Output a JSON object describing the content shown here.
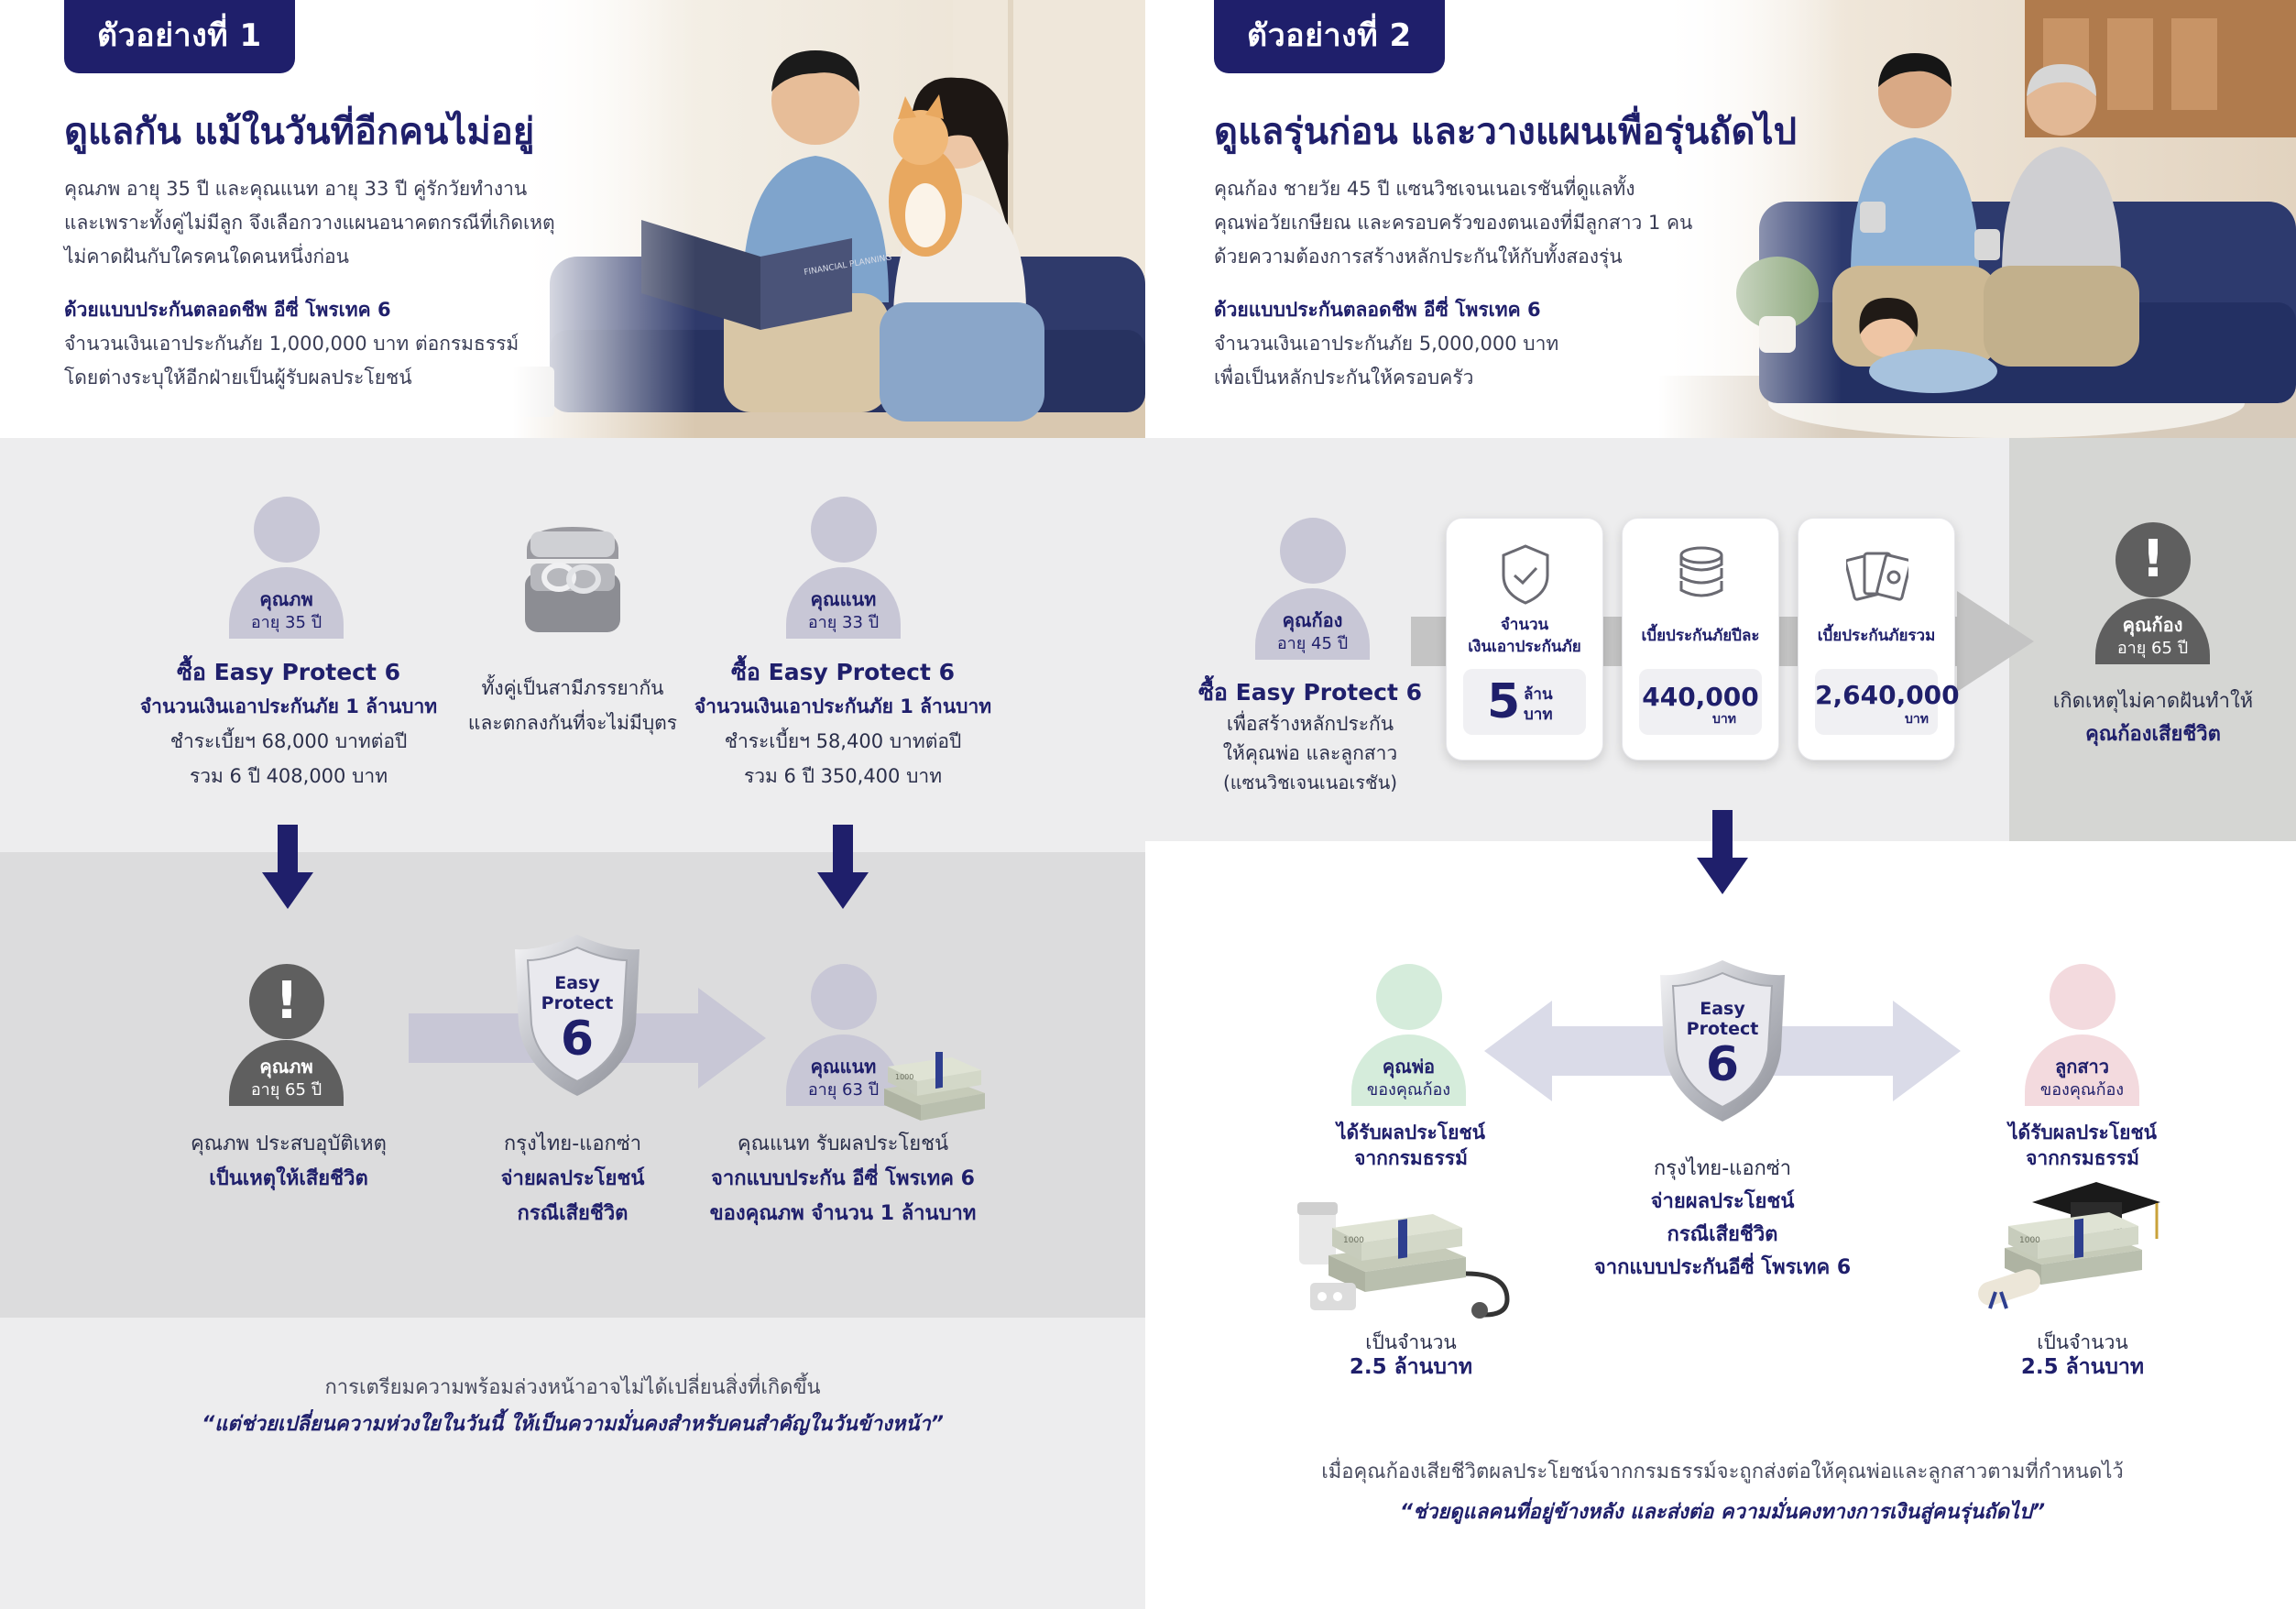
{
  "colors": {
    "navy": "#1f1f6b",
    "band_light": "#ededee",
    "band_mid": "#dcdcdd",
    "band_dark": "#d5d6d3",
    "person_gray": "#c8c7d6",
    "alert_gray": "#5f5f5f",
    "green_person": "#d5ecdb",
    "pink_person": "#f3dade"
  },
  "left": {
    "badge": "ตัวอย่างที่ 1",
    "heading": "ดูแลกัน แม้ในวันที่อีกคนไม่อยู่",
    "intro": [
      "คุณภพ อายุ 35 ปี และคุณแนท อายุ 33 ปี คู่รักวัยทำงาน",
      "และเพราะทั้งคู่ไม่มีลูก จึงเลือกวางแผนอนาคตกรณีที่เกิดเหตุ",
      "ไม่คาดฝันกับใครคนใดคนหนึ่งก่อน"
    ],
    "plan_title": "ด้วยแบบประกันตลอดชีพ อีซี่ โพรเทค 6",
    "plan_lines": [
      "จำนวนเงินเอาประกันภัย 1,000,000 บาท ต่อกรมธรรม์",
      "โดยต่างระบุให้อีกฝ่ายเป็นผู้รับผลประโยชน์"
    ],
    "photo_book": "FINANCIAL PLANNING",
    "p1": {
      "name": "คุณภพ",
      "age": "อายุ 35 ปี"
    },
    "p1_text": {
      "title": "ซื้อ Easy Protect 6",
      "l1": "จำนวนเงินเอาประกันภัย 1 ล้านบาท",
      "l2": "ชำระเบี้ยฯ 68,000 บาทต่อปี",
      "l3": "รวม 6 ปี 408,000 บาท"
    },
    "ring_text": [
      "ทั้งคู่เป็นสามีภรรยากัน",
      "และตกลงกันที่จะไม่มีบุตร"
    ],
    "p2": {
      "name": "คุณแนท",
      "age": "อายุ 33 ปี"
    },
    "p2_text": {
      "title": "ซื้อ Easy Protect 6",
      "l1": "จำนวนเงินเอาประกันภัย 1 ล้านบาท",
      "l2": "ชำระเบี้ยฯ 58,400 บาทต่อปี",
      "l3": "รวม 6 ปี 350,400 บาท"
    },
    "alert_icon": "!",
    "p3": {
      "name": "คุณภพ",
      "age": "อายุ 65 ปี"
    },
    "p3_text": {
      "l1": "คุณภพ ประสบอุบัติเหตุ",
      "l2": "เป็นเหตุให้เสียชีวิต"
    },
    "shield": {
      "l1": "Easy",
      "l2": "Protect",
      "num": "6"
    },
    "mid_text": {
      "l1": "กรุงไทย-แอกซ่า",
      "l2": "จ่ายผลประโยชน์",
      "l3": "กรณีเสียชีวิต"
    },
    "p4": {
      "name": "คุณแนท",
      "age": "อายุ 63 ปี"
    },
    "p4_text": {
      "l1": "คุณแนท รับผลประโยชน์",
      "l2": "จากแบบประกัน อีซี่ โพรเทค 6",
      "l3": "ของคุณภพ จำนวน 1 ล้านบาท"
    },
    "money_label": "1000",
    "footer": {
      "l1": "การเตรียมความพร้อมล่วงหน้าอาจไม่ได้เปลี่ยนสิ่งที่เกิดขึ้น",
      "l2": "“แต่ช่วยเปลี่ยนความห่วงใยในวันนี้ ให้เป็นความมั่นคงสำหรับคนสำคัญในวันข้างหน้า”"
    }
  },
  "right": {
    "badge": "ตัวอย่างที่ 2",
    "heading": "ดูแลรุ่นก่อน และวางแผนเพื่อรุ่นถัดไป",
    "intro": [
      "คุณก้อง ชายวัย 45 ปี แซนวิชเจนเนอเรชันที่ดูแลทั้ง",
      "คุณพ่อวัยเกษียณ และครอบครัวของตนเองที่มีลูกสาว 1 คน",
      "ด้วยความต้องการสร้างหลักประกันให้กับทั้งสองรุ่น"
    ],
    "plan_title": "ด้วยแบบประกันตลอดชีพ อีซี่ โพรเทค 6",
    "plan_lines": [
      "จำนวนเงินเอาประกันภัย 5,000,000 บาท",
      "เพื่อเป็นหลักประกันให้ครอบครัว"
    ],
    "p1": {
      "name": "คุณก้อง",
      "age": "อายุ 45 ปี"
    },
    "p1_text": {
      "title": "ซื้อ Easy Protect 6",
      "l1": "เพื่อสร้างหลักประกัน",
      "l2": "ให้คุณพ่อ และลูกสาว",
      "l3": "(แซนวิชเจนเนอเรชัน)"
    },
    "cards": [
      {
        "cap1": "จำนวน",
        "cap2": "เงินเอาประกันภัย",
        "value": "5",
        "unit1": "ล้าน",
        "unit2": "บาท"
      },
      {
        "cap1": "เบี้ยประกันภัยปีละ",
        "cap2": "",
        "value": "440,000",
        "unit1": "",
        "unit2": "บาท"
      },
      {
        "cap1": "เบี้ยประกันภัยรวม",
        "cap2": "",
        "value": "2,640,000",
        "unit1": "",
        "unit2": "บาท"
      }
    ],
    "alert_icon": "!",
    "p2": {
      "name": "คุณก้อง",
      "age": "อายุ 65 ปี"
    },
    "p2_text": {
      "l1": "เกิดเหตุไม่คาดฝันทำให้",
      "l2": "คุณก้องเสียชีวิต"
    },
    "shield": {
      "l1": "Easy",
      "l2": "Protect",
      "num": "6"
    },
    "mid_text": {
      "l1": "กรุงไทย-แอกซ่า",
      "l2": "จ่ายผลประโยชน์",
      "l3": "กรณีเสียชีวิต",
      "l4": "จากแบบประกันอีซี่ โพรเทค 6"
    },
    "father": {
      "name": "คุณพ่อ",
      "age": "ของคุณก้อง"
    },
    "father_text": {
      "l1": "ได้รับผลประโยชน์",
      "l2": "จากกรมธรรม์",
      "l3": "เป็นจำนวน",
      "l4": "2.5 ล้านบาท"
    },
    "daughter": {
      "name": "ลูกสาว",
      "age": "ของคุณก้อง"
    },
    "daughter_text": {
      "l1": "ได้รับผลประโยชน์",
      "l2": "จากกรมธรรม์",
      "l3": "เป็นจำนวน",
      "l4": "2.5 ล้านบาท"
    },
    "money_label": "1000",
    "footer": {
      "l1": "เมื่อคุณก้องเสียชีวิตผลประโยชน์จากกรมธรรม์จะถูกส่งต่อให้คุณพ่อและลูกสาวตามที่กำหนดไว้",
      "l2": "“ช่วยดูแลคนที่อยู่ข้างหลัง และส่งต่อ ความมั่นคงทางการเงินสู่คนรุ่นถัดไป”"
    }
  }
}
